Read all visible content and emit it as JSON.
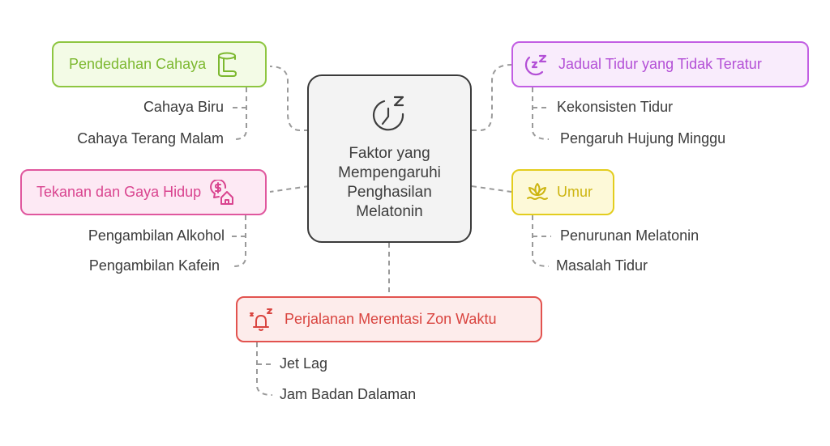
{
  "diagram": {
    "type": "mind-map",
    "center": {
      "title": "Faktor yang Mempengaruhi Penghasilan Melatonin",
      "icon": "clock-sleep-icon",
      "color": "#3a3a3a"
    },
    "branches": [
      {
        "label": "Pendedahan Cahaya",
        "icon": "light-tube-icon",
        "color": "#8ec641",
        "children": [
          "Cahaya Biru",
          "Cahaya Terang Malam"
        ]
      },
      {
        "label": "Jadual Tidur yang Tidak Teratur",
        "icon": "moon-zzz-icon",
        "color": "#c25ee3",
        "children": [
          "Kekonsisten Tidur",
          "Pengaruh Hujung Minggu"
        ]
      },
      {
        "label": "Tekanan dan Gaya Hidup",
        "icon": "money-house-icon",
        "color": "#e0579e",
        "children": [
          "Pengambilan Alkohol",
          "Pengambilan Kafein"
        ]
      },
      {
        "label": "Umur",
        "icon": "lotus-icon",
        "color": "#e3cd1e",
        "children": [
          "Penurunan Melatonin",
          "Masalah Tidur"
        ]
      },
      {
        "label": "Perjalanan Merentasi Zon Waktu",
        "icon": "alarm-bell-zzz-icon",
        "color": "#e2534f",
        "children": [
          "Jet Lag",
          "Jam Badan Dalaman"
        ]
      }
    ]
  }
}
